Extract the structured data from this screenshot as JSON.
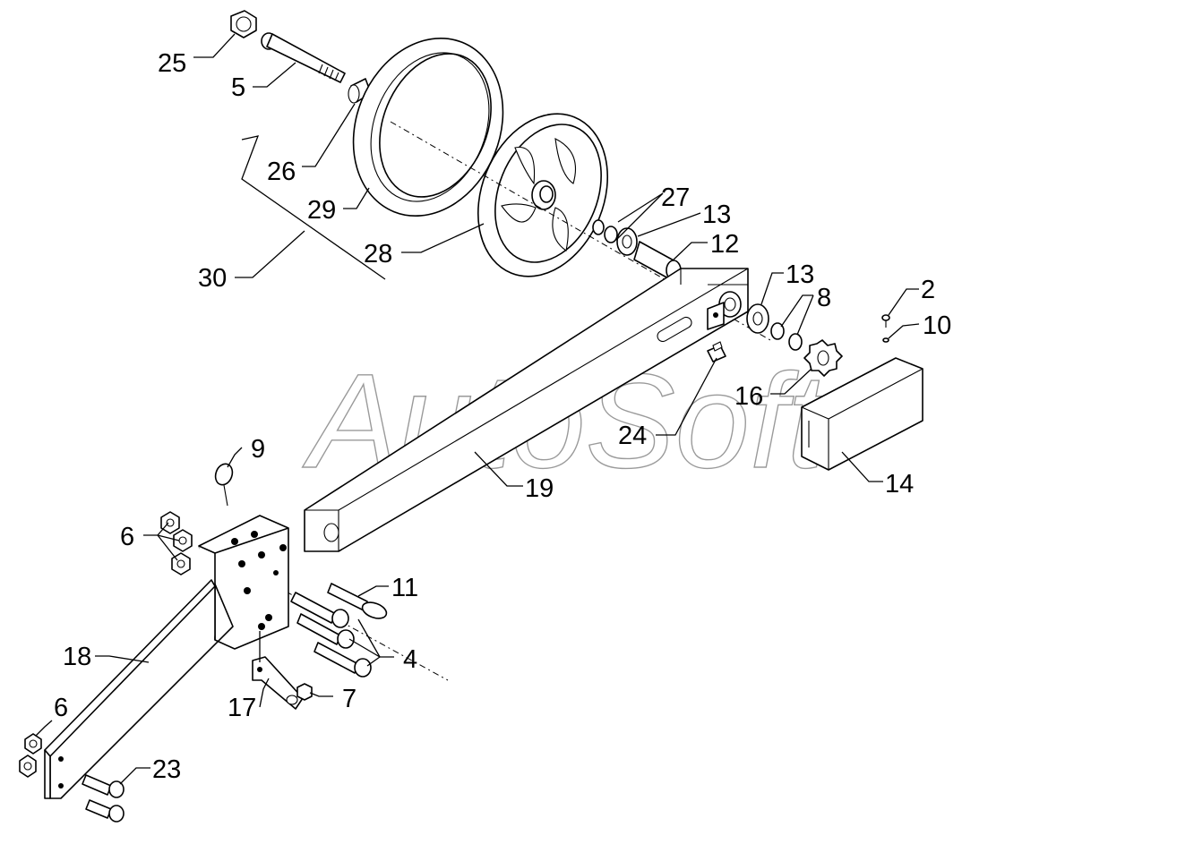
{
  "watermark": "AutoSoft",
  "callouts": [
    {
      "id": "c25",
      "label": "25"
    },
    {
      "id": "c5",
      "label": "5"
    },
    {
      "id": "c26",
      "label": "26"
    },
    {
      "id": "c29",
      "label": "29"
    },
    {
      "id": "c30",
      "label": "30"
    },
    {
      "id": "c28",
      "label": "28"
    },
    {
      "id": "c27",
      "label": "27"
    },
    {
      "id": "c13a",
      "label": "13"
    },
    {
      "id": "c12",
      "label": "12"
    },
    {
      "id": "c13b",
      "label": "13"
    },
    {
      "id": "c8",
      "label": "8"
    },
    {
      "id": "c2",
      "label": "2"
    },
    {
      "id": "c10",
      "label": "10"
    },
    {
      "id": "c16",
      "label": "16"
    },
    {
      "id": "c24",
      "label": "24"
    },
    {
      "id": "c19",
      "label": "19"
    },
    {
      "id": "c14",
      "label": "14"
    },
    {
      "id": "c9",
      "label": "9"
    },
    {
      "id": "c6a",
      "label": "6"
    },
    {
      "id": "c11",
      "label": "11"
    },
    {
      "id": "c18",
      "label": "18"
    },
    {
      "id": "c4",
      "label": "4"
    },
    {
      "id": "c17",
      "label": "17"
    },
    {
      "id": "c7",
      "label": "7"
    },
    {
      "id": "c6b",
      "label": "6"
    },
    {
      "id": "c23",
      "label": "23"
    }
  ]
}
